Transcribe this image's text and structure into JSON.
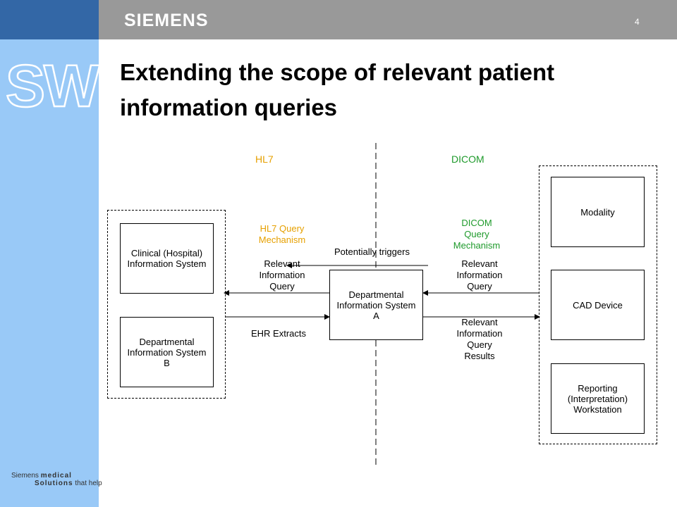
{
  "header": {
    "brand": "SIEMENS",
    "slide_number": "4"
  },
  "sidebar": {
    "logo": "SW",
    "tagline_line1_a": "Siemens ",
    "tagline_line1_b": "medical",
    "tagline_line2_a": "Solutions",
    "tagline_line2_b": " that help"
  },
  "slide": {
    "title": "Extending the scope of relevant patient information queries"
  },
  "diagram": {
    "zones": {
      "left": "HL7",
      "right": "DICOM"
    },
    "labels": {
      "hl7_mechanism": [
        "HL7 Query",
        "Mechanism"
      ],
      "dicom_mechanism": [
        "DICOM",
        "Query",
        "Mechanism"
      ],
      "potentially_triggers": "Potentially triggers",
      "left_query": [
        "Relevant",
        "Information",
        "Query"
      ],
      "ehr_extracts": "EHR Extracts",
      "right_query": [
        "Relevant",
        "Information",
        "Query"
      ],
      "right_results": [
        "Relevant",
        "Information",
        "Query",
        "Results"
      ]
    },
    "boxes": {
      "clinical": [
        "Clinical (Hospital)",
        "Information System"
      ],
      "dept_b": [
        "Departmental",
        "Information System",
        "B"
      ],
      "dept_a": [
        "Departmental",
        "Information System",
        "A"
      ],
      "modality": [
        "Modality"
      ],
      "cad": [
        "CAD Device"
      ],
      "reporting": [
        "Reporting",
        "(Interpretation)",
        "Workstation"
      ]
    },
    "colors": {
      "hl7": "#e6a000",
      "dicom": "#1e9a2b"
    }
  }
}
